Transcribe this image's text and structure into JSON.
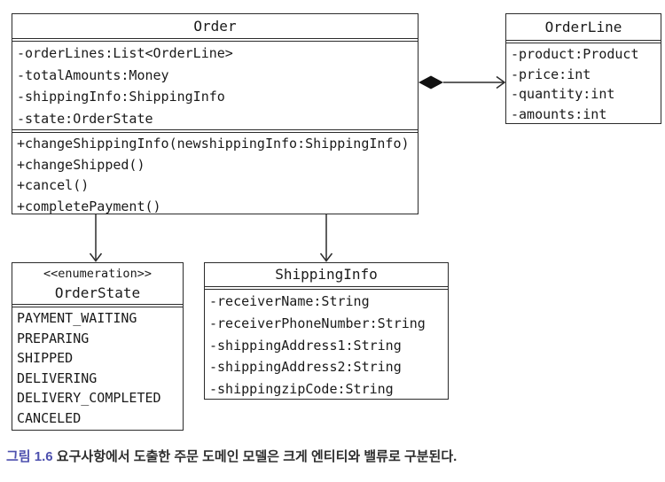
{
  "diagram": {
    "classes": {
      "order": {
        "title": "Order",
        "attributes": [
          "-orderLines:List<OrderLine>",
          "-totalAmounts:Money",
          "-shippingInfo:ShippingInfo",
          "-state:OrderState"
        ],
        "methods": [
          "+changeShippingInfo(newshippingInfo:ShippingInfo)",
          "+changeShipped()",
          "+cancel()",
          "+completePayment()"
        ]
      },
      "orderLine": {
        "title": "OrderLine",
        "attributes": [
          "-product:Product",
          "-price:int",
          "-quantity:int",
          "-amounts:int"
        ]
      },
      "orderState": {
        "stereotype": "<<enumeration>>",
        "title": "OrderState",
        "values": [
          "PAYMENT_WAITING",
          "PREPARING",
          "SHIPPED",
          "DELIVERING",
          "DELIVERY_COMPLETED",
          "CANCELED"
        ]
      },
      "shippingInfo": {
        "title": "ShippingInfo",
        "attributes": [
          "-receiverName:String",
          "-receiverPhoneNumber:String",
          "-shippingAddress1:String",
          "-shippingAddress2:String",
          "-shippingzipCode:String"
        ]
      }
    },
    "relationships": [
      {
        "type": "composition",
        "from": "Order",
        "to": "OrderLine"
      },
      {
        "type": "association",
        "from": "Order",
        "to": "OrderState"
      },
      {
        "type": "association",
        "from": "Order",
        "to": "ShippingInfo"
      }
    ],
    "line_color": "#2b2b2b"
  },
  "caption": {
    "label": "그림 1.6",
    "text": "요구사항에서 도출한 주문 도메인 모델은 크게 엔티티와 밸류로 구분된다.",
    "label_color": "#4d50ae"
  }
}
